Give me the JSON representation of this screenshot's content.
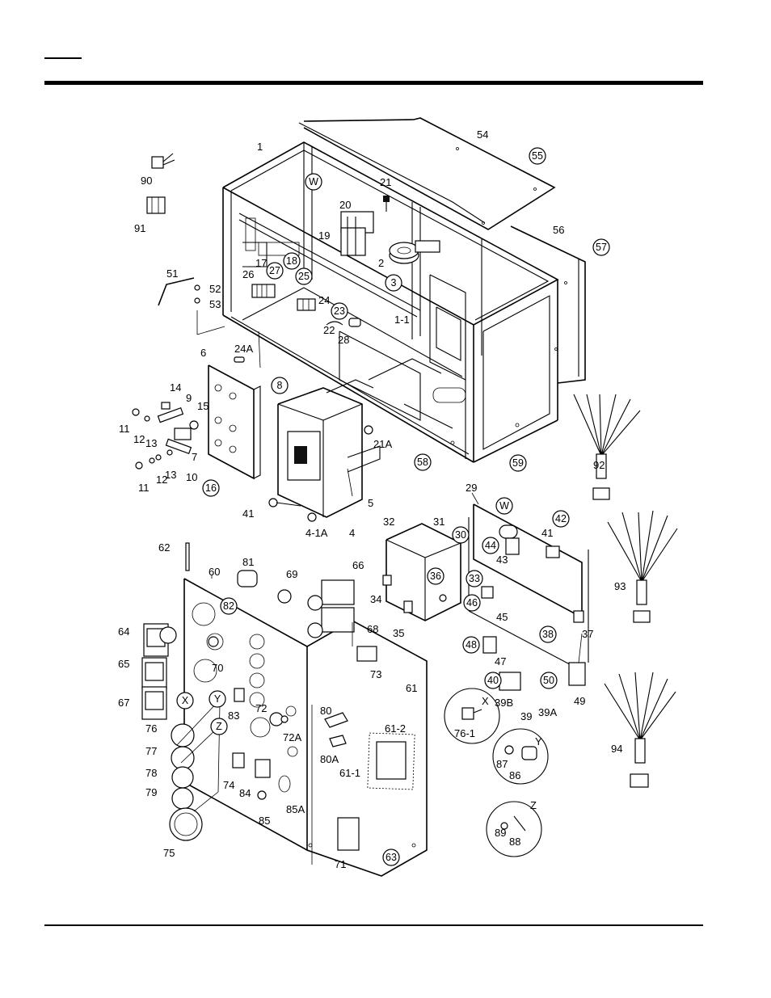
{
  "labels": {
    "l1": "1",
    "l2": "2",
    "l4": "4",
    "l41": "41",
    "l41a": "4-1A",
    "l5": "5",
    "l6": "6",
    "l7": "7",
    "l9": "9",
    "l10": "10",
    "l11a": "11",
    "l11b": "11",
    "l12a": "12",
    "l12b": "12",
    "l13a": "13",
    "l13b": "13",
    "l14": "14",
    "l15": "15",
    "l17": "17",
    "l19": "19",
    "l20": "20",
    "l21": "21",
    "l21a": "21A",
    "l22": "22",
    "l24": "24",
    "l24a": "24A",
    "l26": "26",
    "l28": "28",
    "l1_1": "1-1",
    "l29": "29",
    "l31": "31",
    "l32": "32",
    "l34": "34",
    "l35": "35",
    "l37": "37",
    "l39": "39",
    "l39a": "39A",
    "l39b": "39B",
    "l43": "43",
    "l45": "45",
    "l47": "47",
    "l49": "49",
    "l51": "51",
    "l52": "52",
    "l53": "53",
    "l54": "54",
    "l56": "56",
    "l60": "60",
    "l61": "61",
    "l61_1": "61-1",
    "l61_2": "61-2",
    "l62": "62",
    "l64": "64",
    "l65": "65",
    "l66": "66",
    "l67": "67",
    "l68": "68",
    "l69": "69",
    "l70": "70",
    "l71": "71",
    "l72": "72",
    "l72a": "72A",
    "l73": "73",
    "l74": "74",
    "l75": "75",
    "l76": "76",
    "l76_1": "76-1",
    "l77": "77",
    "l78": "78",
    "l79": "79",
    "l80": "80",
    "l80a": "80A",
    "l81": "81",
    "l83": "83",
    "l84": "84",
    "l85": "85",
    "l85a": "85A",
    "l86": "86",
    "l87": "87",
    "l88": "88",
    "l89": "89",
    "l90": "90",
    "l91": "91",
    "l92": "92",
    "l93": "93",
    "l94": "94",
    "x_inset": "X",
    "y_inset": "Y",
    "z_inset": "Z"
  },
  "circled": {
    "c3": "3",
    "c8": "8",
    "c16": "16",
    "c18": "18",
    "c23": "23",
    "c25": "25",
    "c27": "27",
    "c30": "30",
    "c33": "33",
    "c36": "36",
    "c38": "38",
    "c40": "40",
    "c42": "42",
    "c44": "44",
    "c46": "46",
    "c48": "48",
    "c50": "50",
    "c55": "55",
    "c57": "57",
    "c58": "58",
    "c59": "59",
    "c63": "63",
    "c82": "82",
    "cw1": "W",
    "cw2": "W",
    "cx": "X",
    "cy": "Y",
    "cz": "Z"
  }
}
